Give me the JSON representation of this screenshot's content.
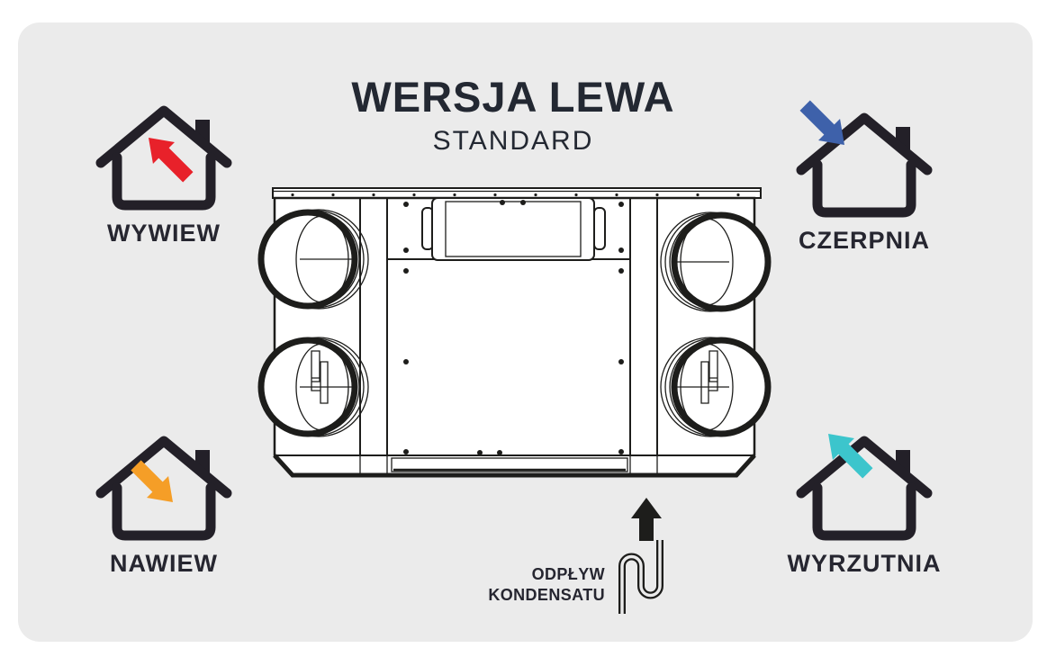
{
  "title": "WERSJA LEWA",
  "subtitle": "STANDARD",
  "colors": {
    "background": "#ffffff",
    "card": "#ebebeb",
    "line_art": "#1d1d1b",
    "text": "#232832",
    "red": "#e8212a",
    "blue": "#3e61aa",
    "orange": "#f59e27",
    "teal": "#3cc5cc"
  },
  "corners": [
    {
      "label": "WYWIEW",
      "icon": "house-icon",
      "arrow_icon": "airflow-arrow-icon",
      "arrow_color": "#e8212a",
      "arrow_direction": "up-left-out-of-house"
    },
    {
      "label": "CZERPNIA",
      "icon": "house-icon",
      "arrow_icon": "airflow-arrow-icon",
      "arrow_color": "#3e61aa",
      "arrow_direction": "down-right-into-house"
    },
    {
      "label": "NAWIEW",
      "icon": "house-icon",
      "arrow_icon": "airflow-arrow-icon",
      "arrow_color": "#f59e27",
      "arrow_direction": "down-right-into-house"
    },
    {
      "label": "WYRZUTNIA",
      "icon": "house-icon",
      "arrow_icon": "airflow-arrow-icon",
      "arrow_color": "#3cc5cc",
      "arrow_direction": "up-left-out-of-house"
    }
  ],
  "unit": {
    "icon": "recuperator-top-view-drawing",
    "duct_spigots": 4
  },
  "condensate": {
    "line1": "ODPŁYW",
    "line2": "KONDENSATU",
    "arrow_icon": "up-arrow-icon",
    "trap_icon": "siphon-trap-icon"
  }
}
